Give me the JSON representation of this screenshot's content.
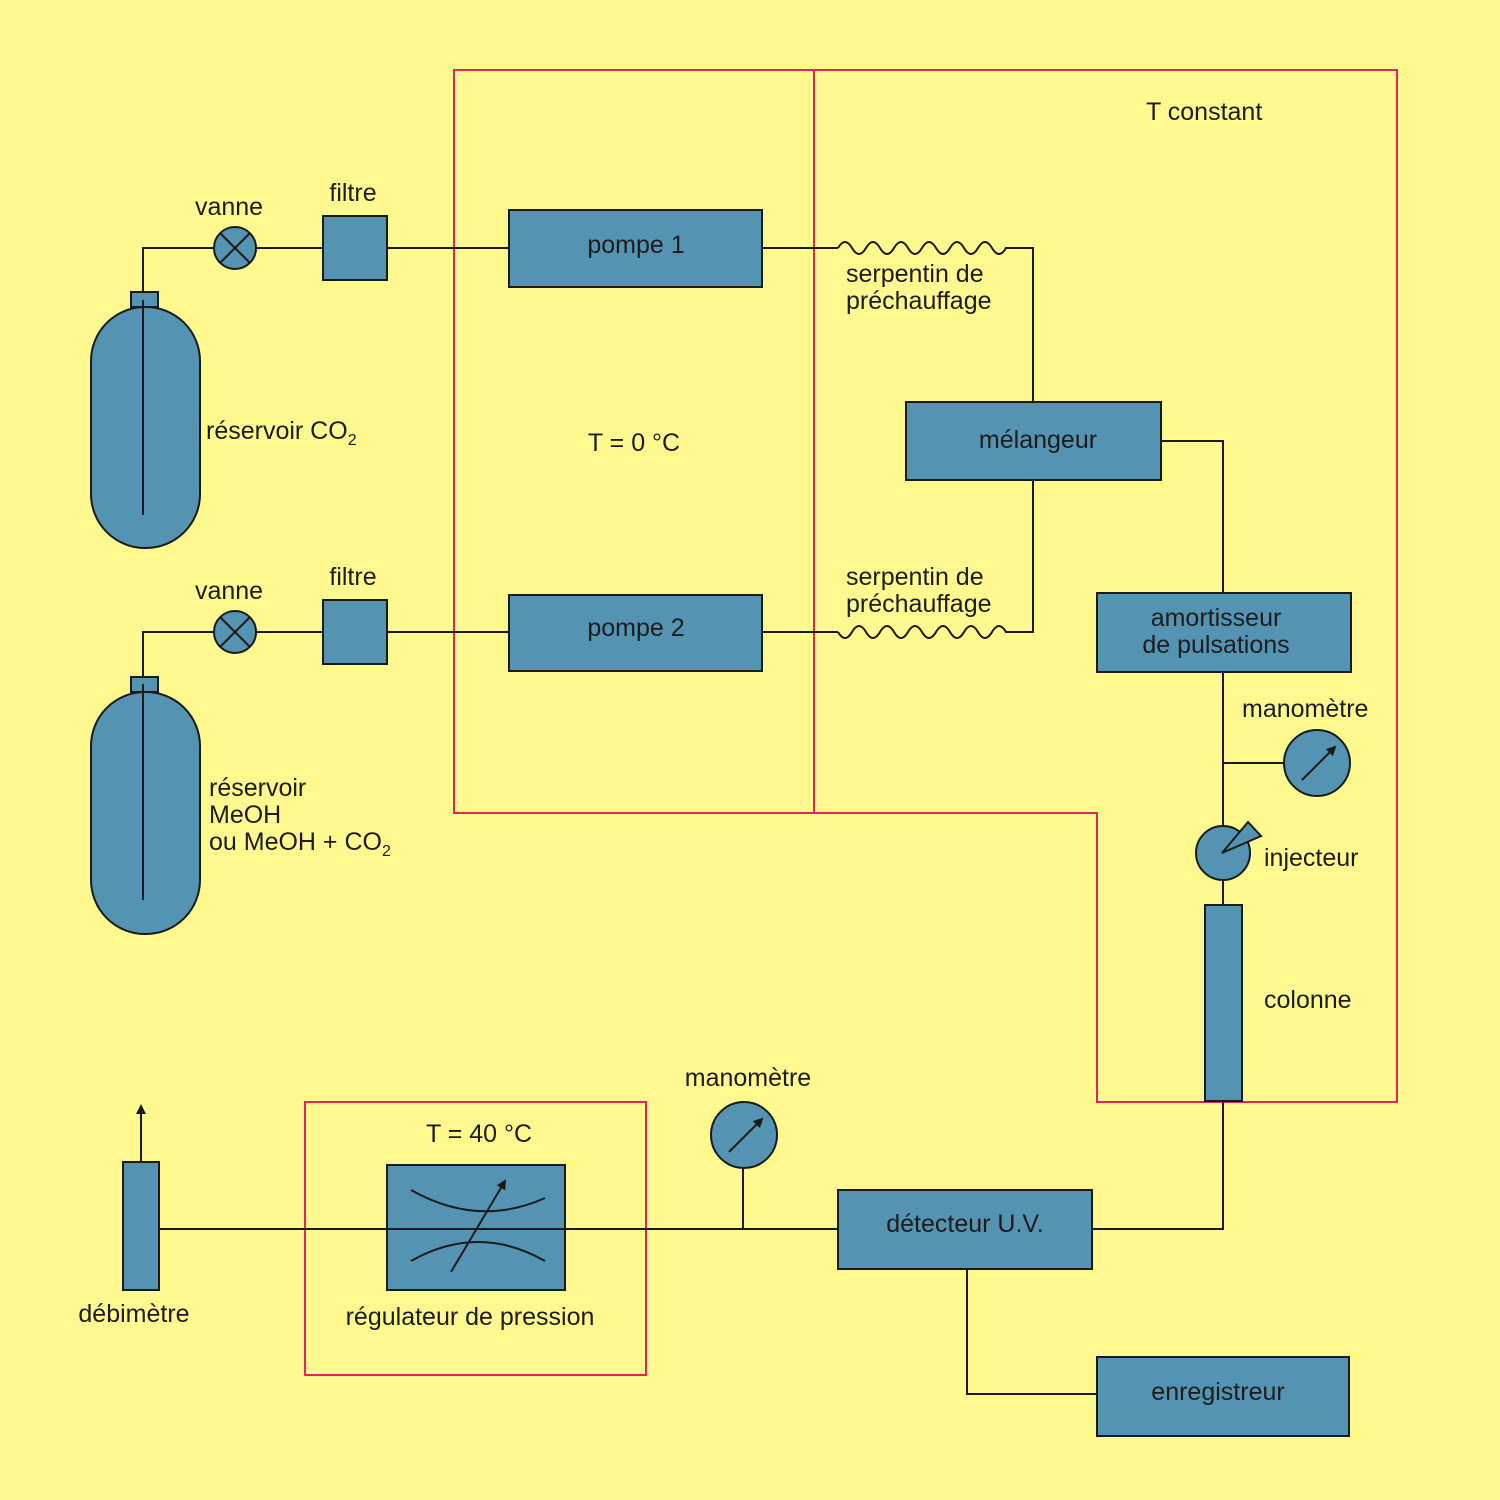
{
  "colors": {
    "background": "#FFF98F",
    "component": "#5494B2",
    "zone_border": "#E0265A",
    "line": "#1A1A1A"
  },
  "zones": {
    "pump_zone_temp": "T = 0 °C",
    "constant_zone_temp": "T constant",
    "regulator_zone_temp": "T = 40 °C"
  },
  "line1": {
    "valve": "vanne",
    "filter": "filtre",
    "pump": "pompe 1",
    "coil_line1": "serpentin de",
    "coil_line2": "préchauffage",
    "tank_label": "réservoir CO",
    "tank_sub": "2"
  },
  "line2": {
    "valve": "vanne",
    "filter": "filtre",
    "pump": "pompe 2",
    "coil_line1": "serpentin de",
    "coil_line2": "préchauffage",
    "tank_line1": "réservoir",
    "tank_line2": "MeOH",
    "tank_line3": "ou MeOH + CO",
    "tank_line3_sub": "2"
  },
  "components": {
    "mixer": "mélangeur",
    "damper_line1": "amortisseur",
    "damper_line2": "de pulsations",
    "gauge_top": "manomètre",
    "injector": "injecteur",
    "column": "colonne",
    "gauge_bottom": "manomètre",
    "detector": "détecteur U.V.",
    "recorder": "enregistreur",
    "regulator": "régulateur de pression",
    "flowmeter": "débimètre"
  },
  "icons": {
    "valve": "valve-cross-icon",
    "gauge": "pressure-gauge-icon",
    "injector": "injector-icon",
    "regulator": "pressure-regulator-icon",
    "vent": "vent-arrow-icon"
  }
}
